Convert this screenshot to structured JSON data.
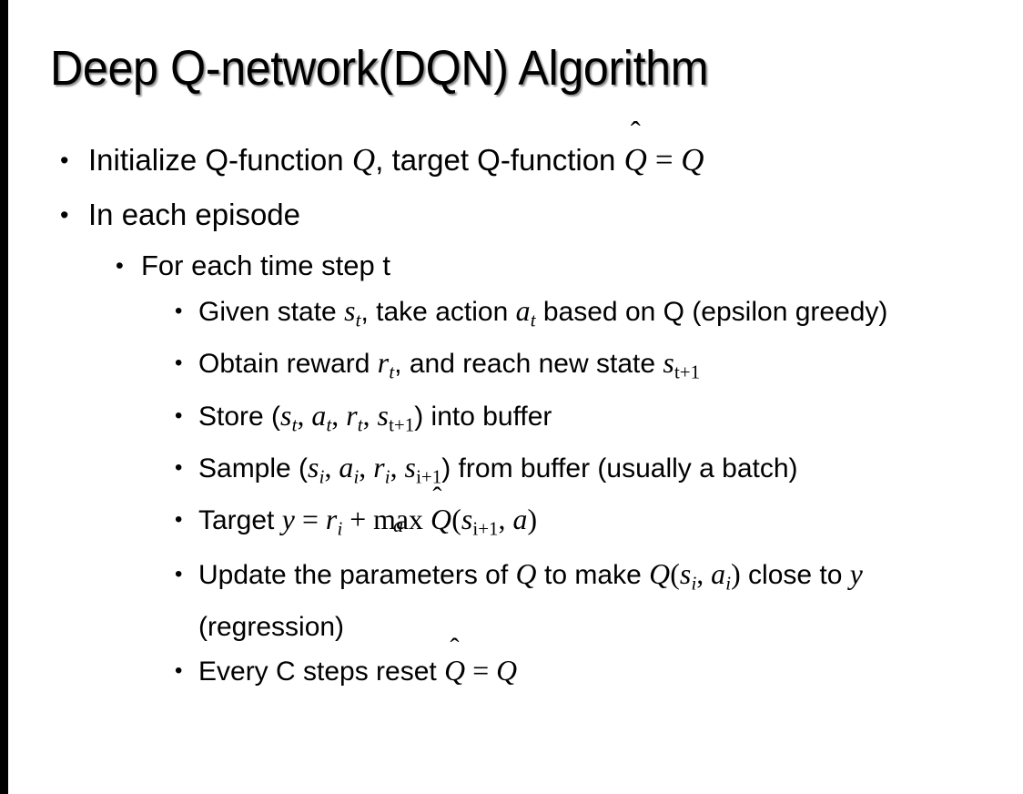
{
  "slide": {
    "title": "Deep Q-network(DQN) Algorithm",
    "background_color": "#ffffff",
    "text_color": "#000000",
    "edge_bar_color": "#000000",
    "bullet_glyph": "•"
  },
  "content": {
    "b1": {
      "level": 1,
      "pre": "Initialize Q-function ",
      "var_q": "Q",
      "mid": ", target Q-function ",
      "hat_q": "Q",
      "hat_accent": "̂",
      "eq": "=",
      "var_q2": "Q",
      "plain": "Initialize Q-function Q, target Q-function Q̂ = Q"
    },
    "b2": {
      "level": 1,
      "text": "In each episode"
    },
    "b3": {
      "level": 2,
      "text": "For each time step t"
    },
    "b4": {
      "level": 3,
      "pre": "Given state ",
      "var_s": "s",
      "sub_s": "t",
      "mid": ", take action ",
      "var_a": "a",
      "sub_a": "t",
      "post": " based on Q (epsilon greedy)",
      "plain": "Given state sₜ, take action aₜ based on Q (epsilon greedy)"
    },
    "b5": {
      "level": 3,
      "pre": "Obtain reward ",
      "var_r": "r",
      "sub_r": "t",
      "mid": ", and reach new state ",
      "var_s": "s",
      "sub_s": "t+1",
      "plain": "Obtain reward rₜ, and reach new state sₜ₊₁"
    },
    "b6": {
      "level": 3,
      "pre": "Store (",
      "var_s1": "s",
      "sub_s1": "t",
      "sep1": ", ",
      "var_a": "a",
      "sub_a": "t",
      "sep2": ", ",
      "var_r": "r",
      "sub_r": "t",
      "sep3": ", ",
      "var_s2": "s",
      "sub_s2": "t+1",
      "post": ") into buffer",
      "plain": "Store (sₜ, aₜ, rₜ, sₜ₊₁) into buffer"
    },
    "b7": {
      "level": 3,
      "pre": "Sample (",
      "var_s1": "s",
      "sub_s1": "i",
      "sep1": ", ",
      "var_a": "a",
      "sub_a": "i",
      "sep2": ", ",
      "var_r": "r",
      "sub_r": "i",
      "sep3": ", ",
      "var_s2": "s",
      "sub_s2": "i+1",
      "post": ") from buffer (usually a batch)",
      "plain": "Sample (sᵢ, aᵢ, rᵢ, sᵢ₊₁) from buffer (usually a batch)"
    },
    "b8": {
      "level": 3,
      "pre": "Target ",
      "var_y": "y",
      "eq": "=",
      "var_r": "r",
      "sub_r": "i",
      "plus": "+",
      "op": "max",
      "op_under": "a",
      "hat_q": "Q",
      "hat_accent": "̂",
      "paren_open": "(",
      "var_s": "s",
      "sub_s": "i+1",
      "comma": ", ",
      "var_a": "a",
      "paren_close": ")",
      "plain": "Target y = rᵢ + maxₐ Q̂(sᵢ₊₁, a)"
    },
    "b9": {
      "level": 3,
      "pre": "Update the parameters of ",
      "var_q1": "Q",
      "mid": " to make ",
      "var_q2": "Q",
      "paren_open": "(",
      "var_s": "s",
      "sub_s": "i",
      "comma": ", ",
      "var_a": "a",
      "sub_a": "i",
      "paren_close": ")",
      "post": " close to ",
      "var_y": "y",
      "tail": " (regression)",
      "plain": "Update the parameters of Q to make Q(sᵢ, aᵢ) close to y (regression)"
    },
    "b10": {
      "level": 3,
      "pre": "Every C steps reset ",
      "hat_q": "Q",
      "hat_accent": "̂",
      "eq": "=",
      "var_q": "Q",
      "plain": "Every C steps reset Q̂ = Q"
    }
  }
}
